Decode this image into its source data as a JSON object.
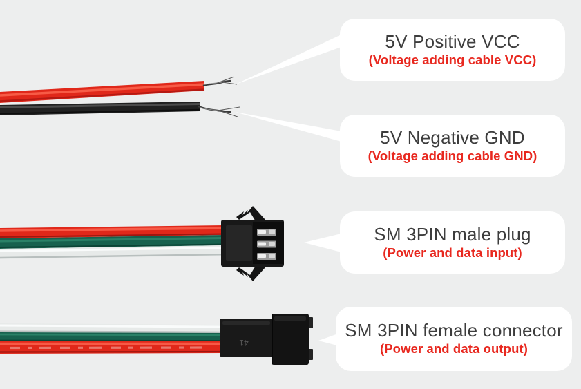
{
  "callouts": [
    {
      "title": "5V Positive VCC",
      "subtitle": "(Voltage adding cable VCC)"
    },
    {
      "title": "5V Negative GND",
      "subtitle": "(Voltage adding cable GND)"
    },
    {
      "title": "SM 3PIN male plug",
      "subtitle": "(Power and data input)"
    },
    {
      "title": "SM 3PIN female connector",
      "subtitle": "(Power and data output)"
    }
  ],
  "diagram": {
    "connector_marking": "41",
    "cables": [
      {
        "wires": [
          "red"
        ],
        "tip": "exposed strands"
      },
      {
        "wires": [
          "black"
        ],
        "tip": "exposed strands"
      },
      {
        "wires": [
          "red",
          "green",
          "white"
        ],
        "tip": "SM 3PIN male plug"
      },
      {
        "wires": [
          "white",
          "green",
          "red"
        ],
        "tip": "SM 3PIN female connector"
      }
    ],
    "colors": {
      "background": "#edeeee",
      "bubble": "#ffffff",
      "title_text": "#3d3d3d",
      "accent_red_text": "#e8281f",
      "wire_red": "#e0281a",
      "wire_black": "#212121",
      "wire_green": "#17614e",
      "wire_white": "#e7eae9",
      "connector_black": "#171717"
    }
  }
}
